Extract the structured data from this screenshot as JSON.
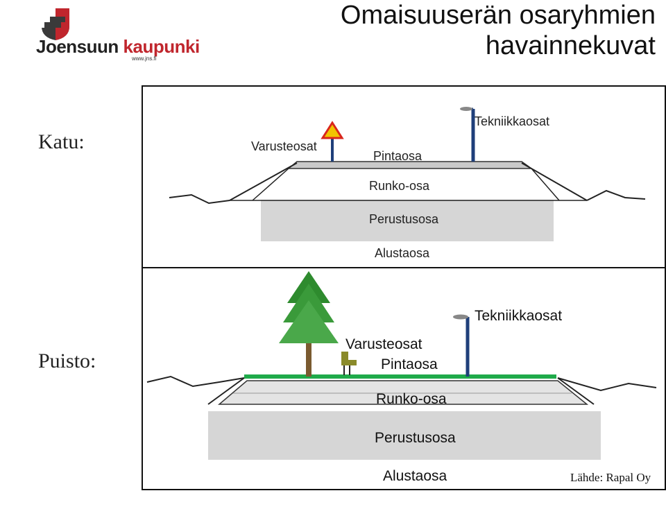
{
  "title_line1": "Omaisuuserän osaryhmien",
  "title_line2": "havainnekuvat",
  "logo": {
    "name_part1": "Joensuun",
    "name_part2": "kaupunki",
    "url": "www.jns.fi"
  },
  "katu": {
    "row_label": "Katu:",
    "varusteosat": "Varusteosat",
    "pintaosa": "Pintaosa",
    "tekniikkaosat": "Tekniikkaosat",
    "runko_osa": "Runko-osa",
    "perustusosa": "Perustusosa",
    "alustaosa": "Alustaosa"
  },
  "puisto": {
    "row_label": "Puisto:",
    "varusteosat": "Varusteosat",
    "pintaosa": "Pintaosa",
    "tekniikkaosat": "Tekniikkaosat",
    "runko_osa": "Runko-osa",
    "perustusosa": "Perustusosa",
    "alustaosa": "Alustaosa"
  },
  "source": "Lähde: Rapal Oy",
  "colors": {
    "layer_gray": "#d6d6d6",
    "pole_blue": "#1f3f7a",
    "warning_yellow": "#f2c400",
    "warning_red": "#d9261c",
    "grass_green": "#1faa4a",
    "tree_green": "#2e8b2e",
    "bench_olive": "#8a8a2a"
  }
}
